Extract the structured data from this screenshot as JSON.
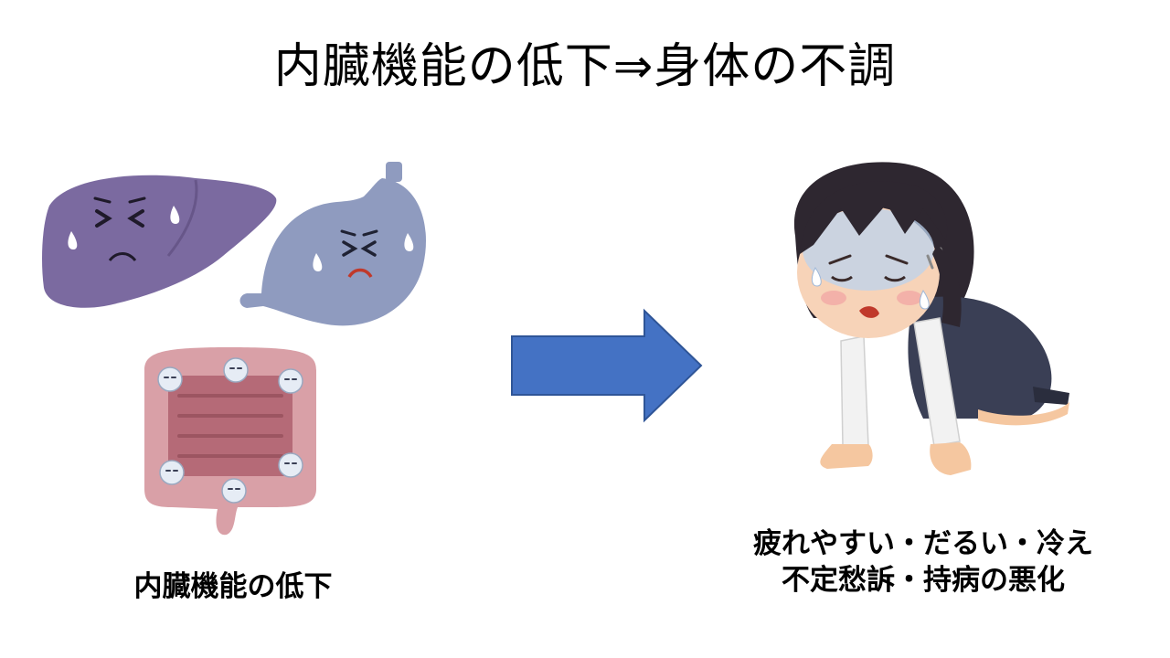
{
  "slide": {
    "title": "内臓機能の低下⇒身体の不調",
    "left_caption": "内臓機能の低下",
    "right_caption_line1": "疲れやすい・だるい・冷え",
    "right_caption_line2": "不定愁訴・持病の悪化"
  },
  "illustrations": {
    "liver": "liver-illustration",
    "stomach": "stomach-illustration",
    "intestine": "intestine-illustration",
    "woman": "tired-woman-illustration",
    "arrow": "right-arrow-icon"
  },
  "colors": {
    "liver": "#7b6aa0",
    "stomach": "#8f9bbf",
    "intestine": "#c98c95",
    "arrow": "#4472c4",
    "suit": "#3a3f55",
    "hair": "#2e2730"
  }
}
